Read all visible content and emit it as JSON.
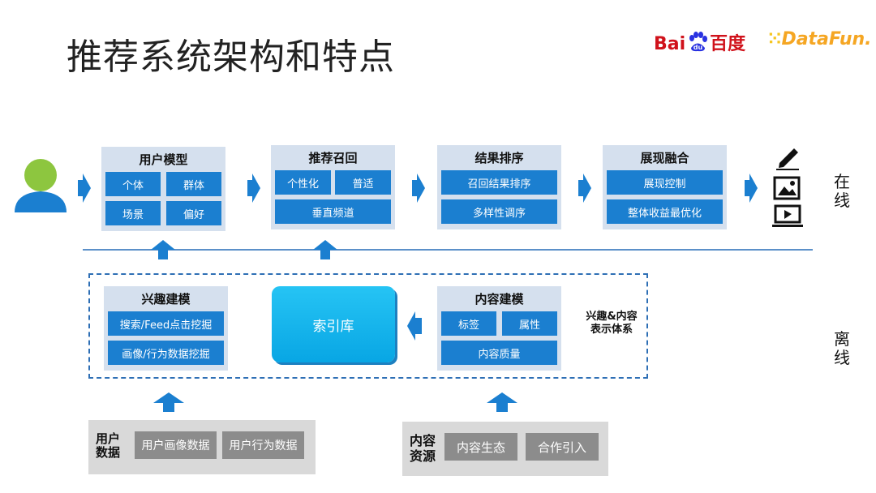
{
  "title": "推荐系统架构和特点",
  "logos": {
    "baidu_latin": "Bai",
    "baidu_cn": "百度",
    "datafun": "DataFun."
  },
  "online": {
    "side_label": [
      "在",
      "线"
    ],
    "user_model": {
      "title": "用户模型",
      "cells": [
        "个体",
        "群体",
        "场景",
        "偏好"
      ]
    },
    "recall": {
      "title": "推荐召回",
      "cells": [
        "个性化",
        "普适",
        "垂直频道"
      ]
    },
    "ranking": {
      "title": "结果排序",
      "cells": [
        "召回结果排序",
        "多样性调序"
      ]
    },
    "fusion": {
      "title": "展现融合",
      "cells": [
        "展现控制",
        "整体收益最优化"
      ]
    }
  },
  "offline": {
    "side_label": [
      "离",
      "线"
    ],
    "interest_model": {
      "title": "兴趣建模",
      "cells": [
        "搜索/Feed点击挖掘",
        "画像/行为数据挖掘"
      ]
    },
    "index": "索引库",
    "content_model": {
      "title": "内容建模",
      "cells": [
        "标签",
        "属性",
        "内容质量"
      ]
    },
    "system_label": [
      "兴趣&内容",
      "表示体系"
    ]
  },
  "sources": {
    "user_data": {
      "label": [
        "用户",
        "数据"
      ],
      "cells": [
        "用户画像数据",
        "用户行为数据"
      ]
    },
    "content_source": {
      "label": [
        "内容",
        "资源"
      ],
      "cells": [
        "内容生态",
        "合作引入"
      ]
    }
  },
  "colors": {
    "panel": "#d5e0ee",
    "cell": "#1b7fd0",
    "arrow": "#1b7fd0",
    "index": "#12b3ec",
    "gray_panel": "#d9d9d9",
    "gray_cell": "#8c8c8c"
  }
}
